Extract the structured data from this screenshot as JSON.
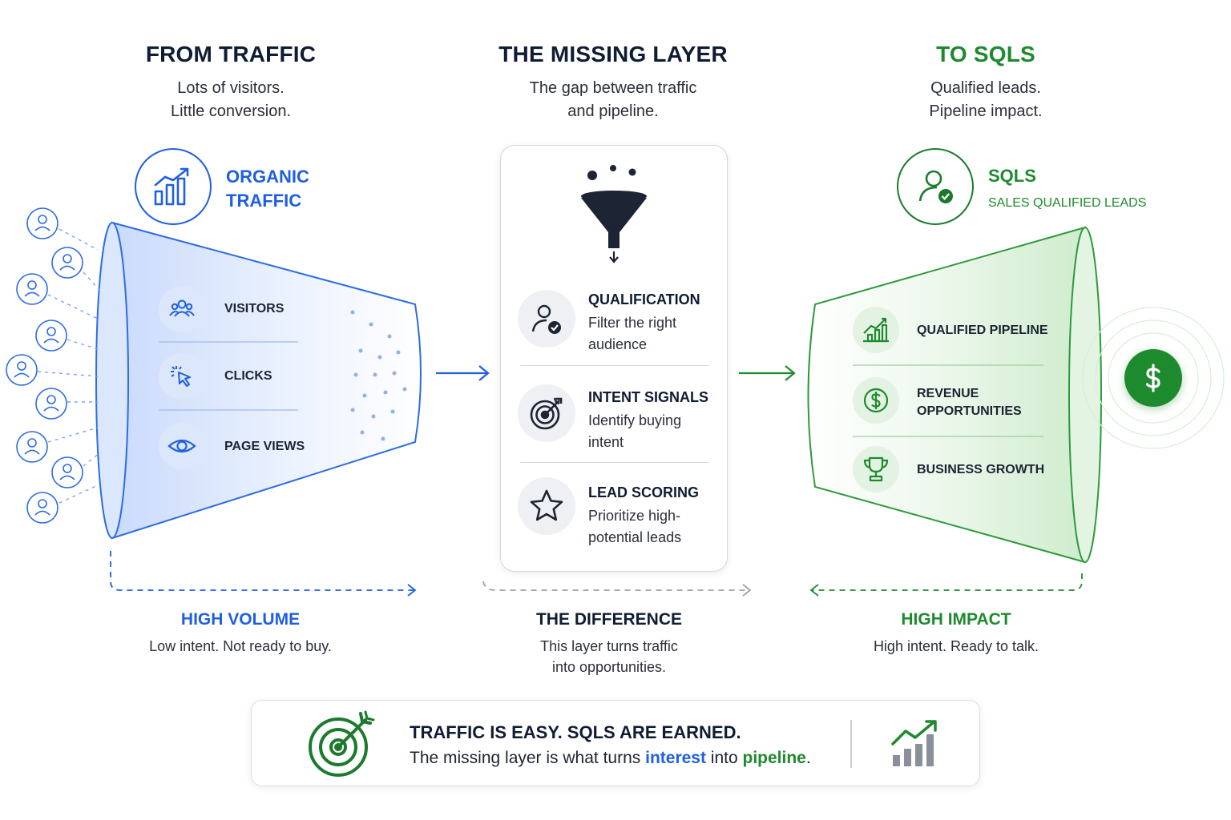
{
  "left": {
    "title": "FROM TRAFFIC",
    "subtitle_1": "Lots of visitors.",
    "subtitle_2": "Little conversion.",
    "badge_line_1": "ORGANIC",
    "badge_line_2": "TRAFFIC",
    "items": [
      {
        "label": "VISITORS",
        "icon": "users-icon"
      },
      {
        "label": "CLICKS",
        "icon": "cursor-click-icon"
      },
      {
        "label": "PAGE VIEWS",
        "icon": "eye-icon"
      }
    ],
    "footer_title": "HIGH VOLUME",
    "footer_text": "Low intent. Not ready to buy."
  },
  "middle": {
    "title": "THE MISSING LAYER",
    "subtitle_1": "The gap between traffic",
    "subtitle_2": "and pipeline.",
    "rows": [
      {
        "title": "QUALIFICATION",
        "desc_1": "Filter the right",
        "desc_2": "audience",
        "icon": "user-check-icon"
      },
      {
        "title": "INTENT SIGNALS",
        "desc_1": "Identify buying",
        "desc_2": "intent",
        "icon": "target-icon"
      },
      {
        "title": "LEAD SCORING",
        "desc_1": "Prioritize high-",
        "desc_2": "potential leads",
        "icon": "star-icon"
      }
    ],
    "footer_title": "THE DIFFERENCE",
    "footer_text_1": "This layer turns traffic",
    "footer_text_2": "into opportunities."
  },
  "right": {
    "title": "TO SQLS",
    "subtitle_1": "Qualified leads.",
    "subtitle_2": "Pipeline impact.",
    "badge_title": "SQLS",
    "badge_sub": "SALES QUALIFIED LEADS",
    "items": [
      {
        "label": "QUALIFIED PIPELINE",
        "icon": "growth-chart-icon"
      },
      {
        "label_1": "REVENUE",
        "label_2": "OPPORTUNITIES",
        "icon": "dollar-circle-icon"
      },
      {
        "label": "BUSINESS GROWTH",
        "icon": "trophy-icon"
      }
    ],
    "footer_title": "HIGH IMPACT",
    "footer_text": "High intent. Ready to talk."
  },
  "banner": {
    "headline": "TRAFFIC IS EASY. SQLS ARE EARNED.",
    "text_before": "The missing layer is what turns ",
    "word_interest": "interest",
    "text_middle": " into ",
    "word_pipeline": "pipeline",
    "text_after": "."
  },
  "colors": {
    "navy": "#0f1c33",
    "blue": "#1f5fe0",
    "green": "#1e8a2e",
    "dark_green": "#1b7a2c",
    "gray": "#8a9099"
  }
}
